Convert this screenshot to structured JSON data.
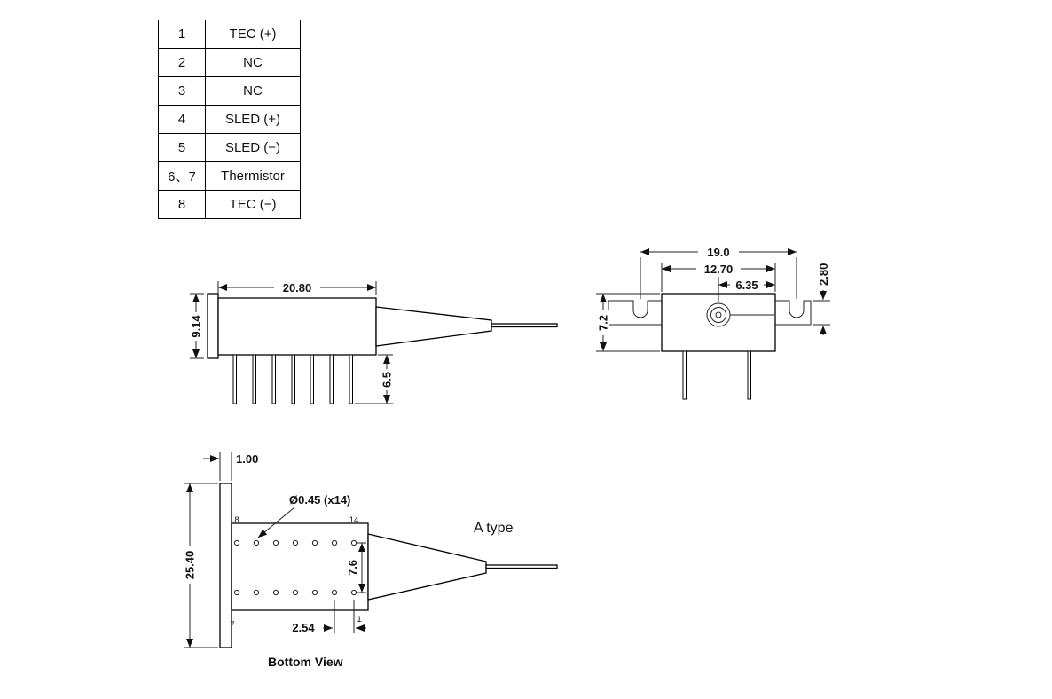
{
  "pin_table": {
    "rows": [
      {
        "pin": "1",
        "function": "TEC (+)"
      },
      {
        "pin": "2",
        "function": "NC"
      },
      {
        "pin": "3",
        "function": "NC"
      },
      {
        "pin": "4",
        "function": "SLED (+)"
      },
      {
        "pin": "5",
        "function": "SLED (−)"
      },
      {
        "pin": "6、7",
        "function": "Thermistor"
      },
      {
        "pin": "8",
        "function": "TEC (−)"
      }
    ]
  },
  "side_view": {
    "body_length": "20.80",
    "body_height": "9.14",
    "pin_length": "6.5"
  },
  "end_view": {
    "mount_span": "19.0",
    "body_width": "12.70",
    "center_offset": "6.35",
    "flange_thickness": "2.80",
    "body_height": "7.2"
  },
  "bottom_view": {
    "flange_thickness": "1.00",
    "flange_length": "25.40",
    "hole_callout": "Ø0.45 (x14)",
    "pin_pitch": "2.54",
    "row_spacing": "7.6",
    "pin_top_left": "8",
    "pin_top_right": "14",
    "pin_bottom_left": "7",
    "pin_bottom_right": "1",
    "caption": "Bottom View"
  },
  "annotations": {
    "type_label": "A type"
  }
}
